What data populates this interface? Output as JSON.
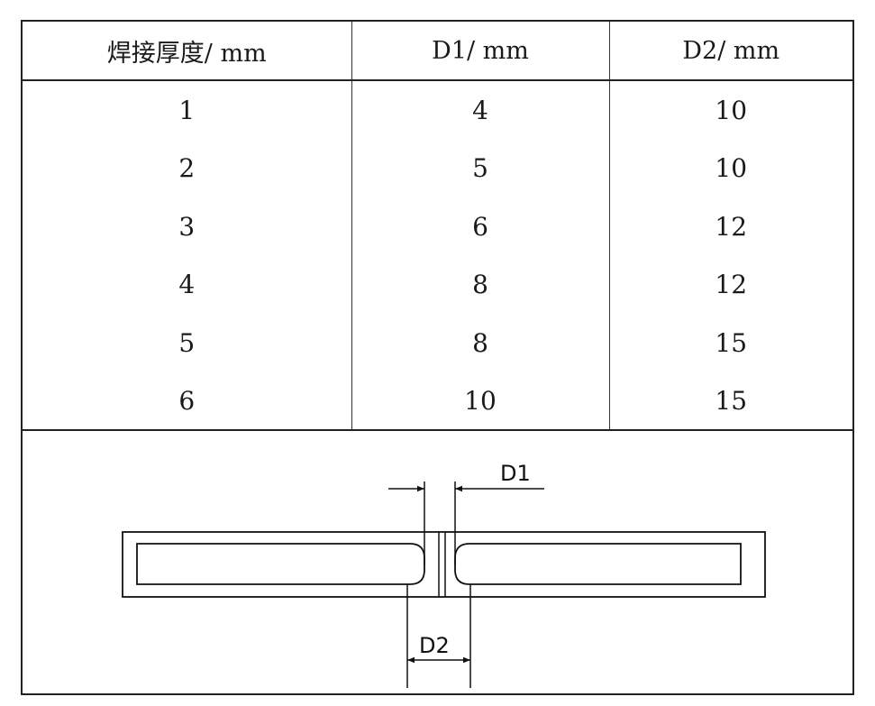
{
  "table": {
    "headers": [
      "焊接厚度/ mm",
      "D1/ mm",
      "D2/ mm"
    ],
    "rows": [
      [
        "1",
        "4",
        "10"
      ],
      [
        "2",
        "5",
        "10"
      ],
      [
        "3",
        "6",
        "12"
      ],
      [
        "4",
        "8",
        "12"
      ],
      [
        "5",
        "8",
        "15"
      ],
      [
        "6",
        "10",
        "15"
      ]
    ]
  },
  "diagram": {
    "labels": {
      "d1": "D1",
      "d2": "D2"
    }
  }
}
